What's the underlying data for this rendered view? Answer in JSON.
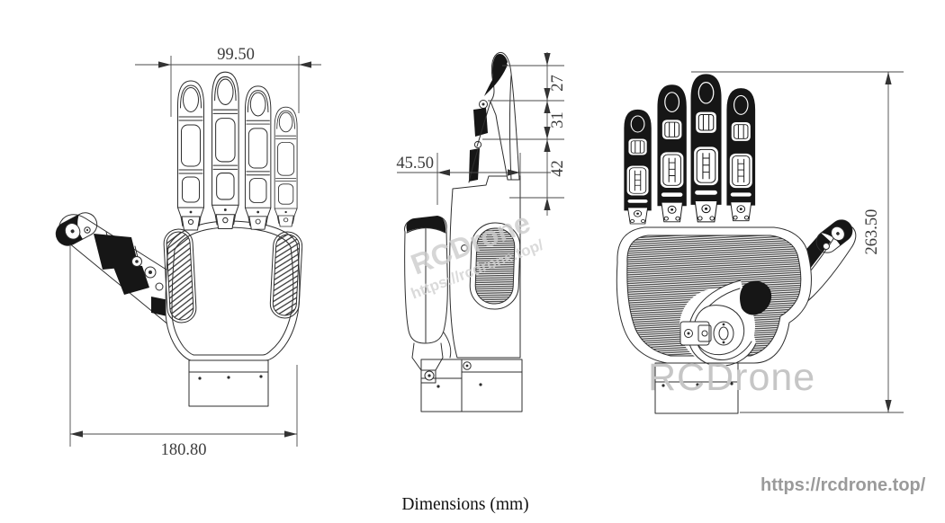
{
  "caption": "Dimensions (mm)",
  "dimensions": {
    "fingers_width": "99.50",
    "hand_width": "180.80",
    "hand_depth": "45.50",
    "segment_top": "27",
    "segment_middle": "31",
    "segment_bottom": "42",
    "overall_height": "263.50"
  },
  "watermarks": {
    "diagonal_brand": "RCDrone",
    "diagonal_url": "https://rcdrone.top/",
    "brand": "RCDrone",
    "footer_url": "https://rcdrone.top/"
  },
  "colors": {
    "line": "#2e2e2e",
    "dark_fill": "#161616",
    "dimension_text": "#3c3c3c",
    "watermark": "#c6c6c6",
    "footer_url": "#9a9a9a",
    "background": "#ffffff"
  }
}
